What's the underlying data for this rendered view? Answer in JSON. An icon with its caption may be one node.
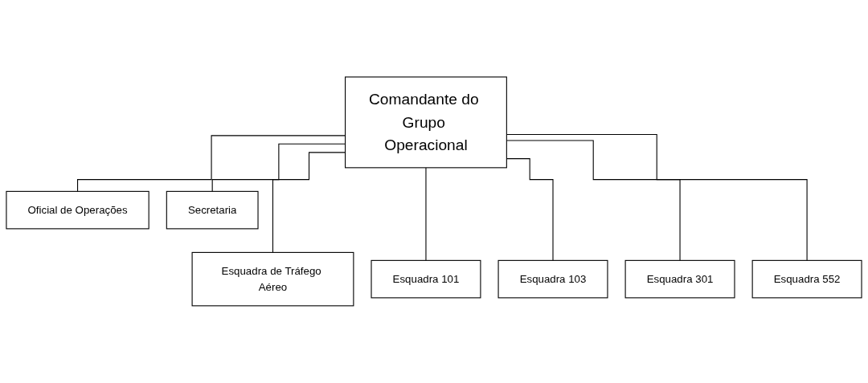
{
  "diagram": {
    "nodes": [
      {
        "text": [
          "Comandante do Grupo Operacional"
        ]
      },
      {
        "text": [
          "Oficial de Operações"
        ]
      },
      {
        "text": [
          "Secretaria"
        ]
      },
      {
        "text": [
          "Esquadra de Tráfego Aéreo"
        ]
      },
      {
        "text": [
          "Esquadra 101"
        ]
      },
      {
        "text": [
          "Esquadra 103"
        ]
      },
      {
        "text": [
          "Esquadra 301"
        ]
      },
      {
        "text": [
          "Esquadra 552"
        ]
      }
    ],
    "edges": [
      {
        "from": 0,
        "to": 1,
        "arrow": "none"
      },
      {
        "from": 0,
        "to": 2,
        "arrow": "none"
      },
      {
        "from": 0,
        "to": 3,
        "arrow": "none"
      },
      {
        "from": 0,
        "to": 4,
        "arrow": "none"
      },
      {
        "from": 0,
        "to": 5,
        "arrow": "none"
      },
      {
        "from": 0,
        "to": 6,
        "arrow": "none"
      },
      {
        "from": 0,
        "to": 7,
        "arrow": "none"
      }
    ]
  }
}
